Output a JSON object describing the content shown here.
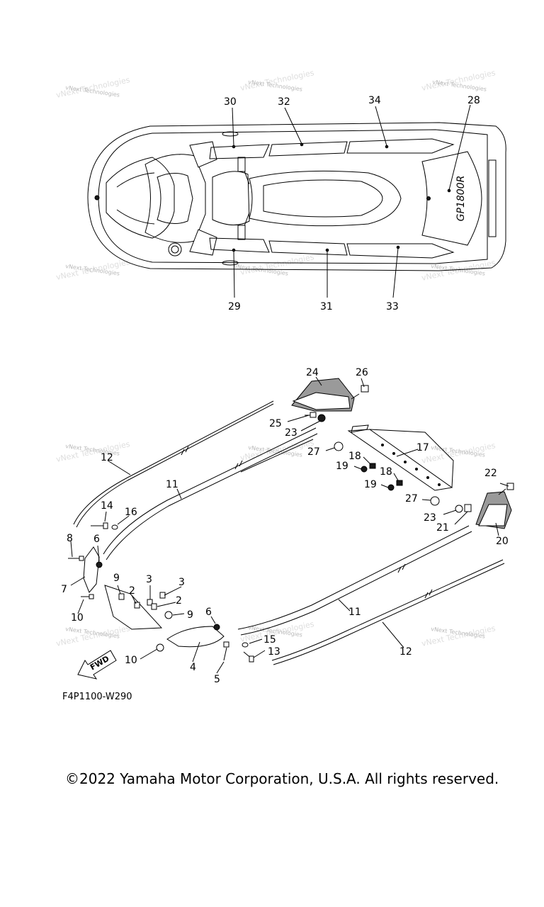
{
  "diagram": {
    "code": "F4P1100-W290",
    "copyright": "©2022 Yamaha Motor Corporation, U.S.A. All rights reserved.",
    "watermark": "vNext Technologies",
    "fwd_label": "FWD",
    "hull_script": "GP1800R",
    "top_view_callouts": [
      "28",
      "29",
      "30",
      "31",
      "32",
      "33",
      "34"
    ],
    "parts_callouts": [
      "2",
      "3",
      "4",
      "5",
      "6",
      "7",
      "8",
      "9",
      "10",
      "11",
      "12",
      "13",
      "14",
      "15",
      "16",
      "17",
      "18",
      "19",
      "20",
      "21",
      "22",
      "23",
      "24",
      "25",
      "26",
      "27"
    ]
  }
}
